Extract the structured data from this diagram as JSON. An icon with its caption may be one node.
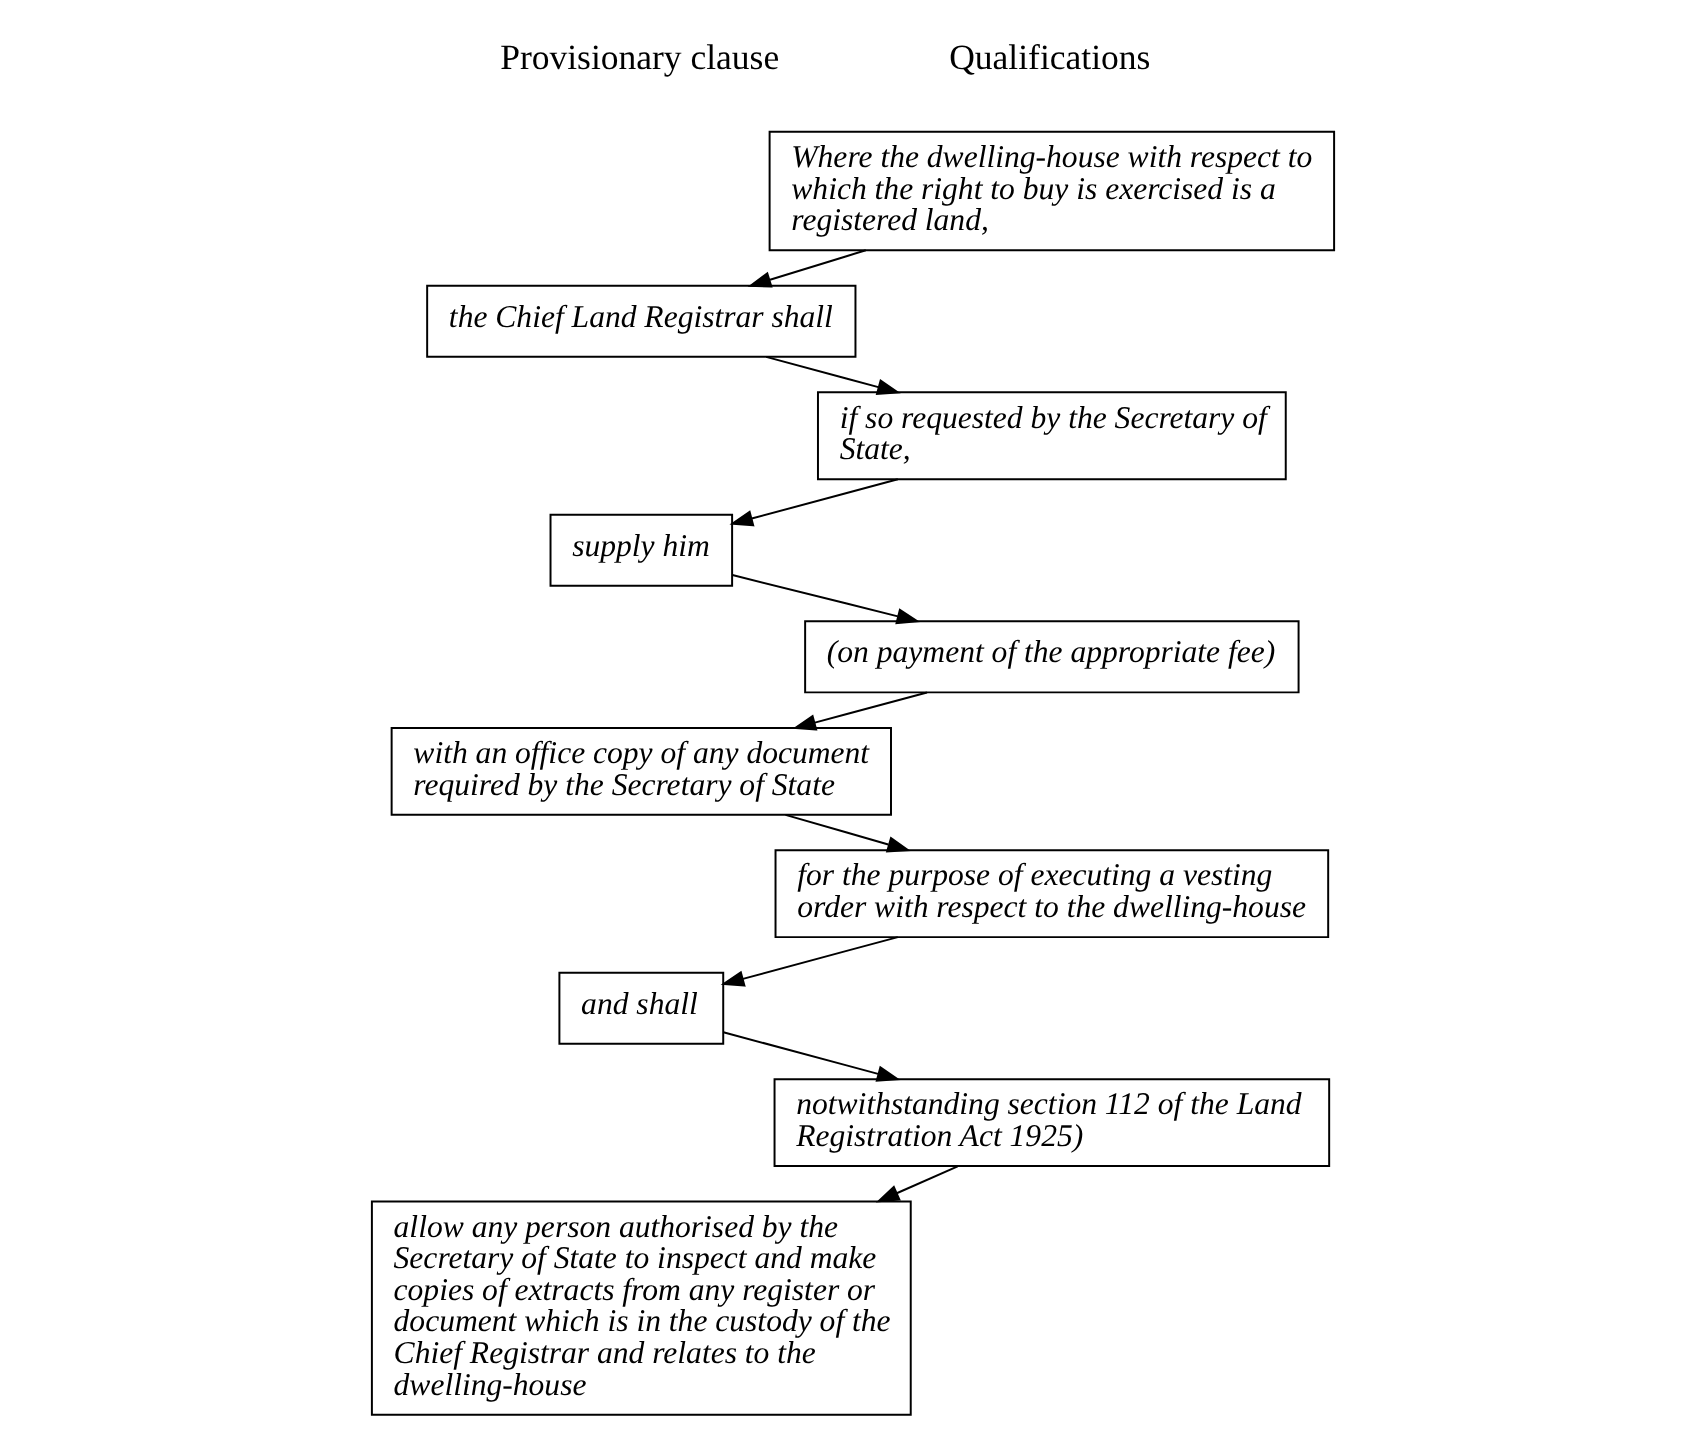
{
  "diagram": {
    "nodes": [
      {
        "text": [
          "Where the dwelling-house with respect to which the right to buy is exercised is a registered land,"
        ]
      },
      {
        "text": [
          "the Chief Land Registrar shall"
        ]
      },
      {
        "text": [
          "if so requested by the Secretary of State,"
        ]
      },
      {
        "text": [
          "supply him"
        ]
      },
      {
        "text": [
          "(on payment of the appropriate fee)"
        ]
      },
      {
        "text": [
          "with an office copy of any document required by the Secretary of State"
        ]
      },
      {
        "text": [
          "for the purpose of executing a vesting order with respect to the dwelling-house"
        ]
      },
      {
        "text": [
          "and shall"
        ]
      },
      {
        "text": [
          "notwithstanding section 112 of the Land Registration Act 1925)"
        ]
      },
      {
        "text": [
          "allow any person authorised by the Secretary of State to inspect and make copies of extracts from any register or document which is in the custody of the Chief Registrar and relates to the dwelling-house"
        ]
      }
    ],
    "edges": [
      {
        "from": 0,
        "to": 1,
        "arrow": "to"
      },
      {
        "from": 1,
        "to": 2,
        "arrow": "to"
      },
      {
        "from": 2,
        "to": 3,
        "arrow": "to"
      },
      {
        "from": 3,
        "to": 4,
        "arrow": "to"
      },
      {
        "from": 4,
        "to": 5,
        "arrow": "to"
      },
      {
        "from": 5,
        "to": 6,
        "arrow": "to"
      },
      {
        "from": 6,
        "to": 7,
        "arrow": "to"
      },
      {
        "from": 7,
        "to": 8,
        "arrow": "to"
      },
      {
        "from": 8,
        "to": 9,
        "arrow": "to"
      }
    ],
    "labels": [
      "Provisionary clause",
      "Qualifications"
    ]
  }
}
